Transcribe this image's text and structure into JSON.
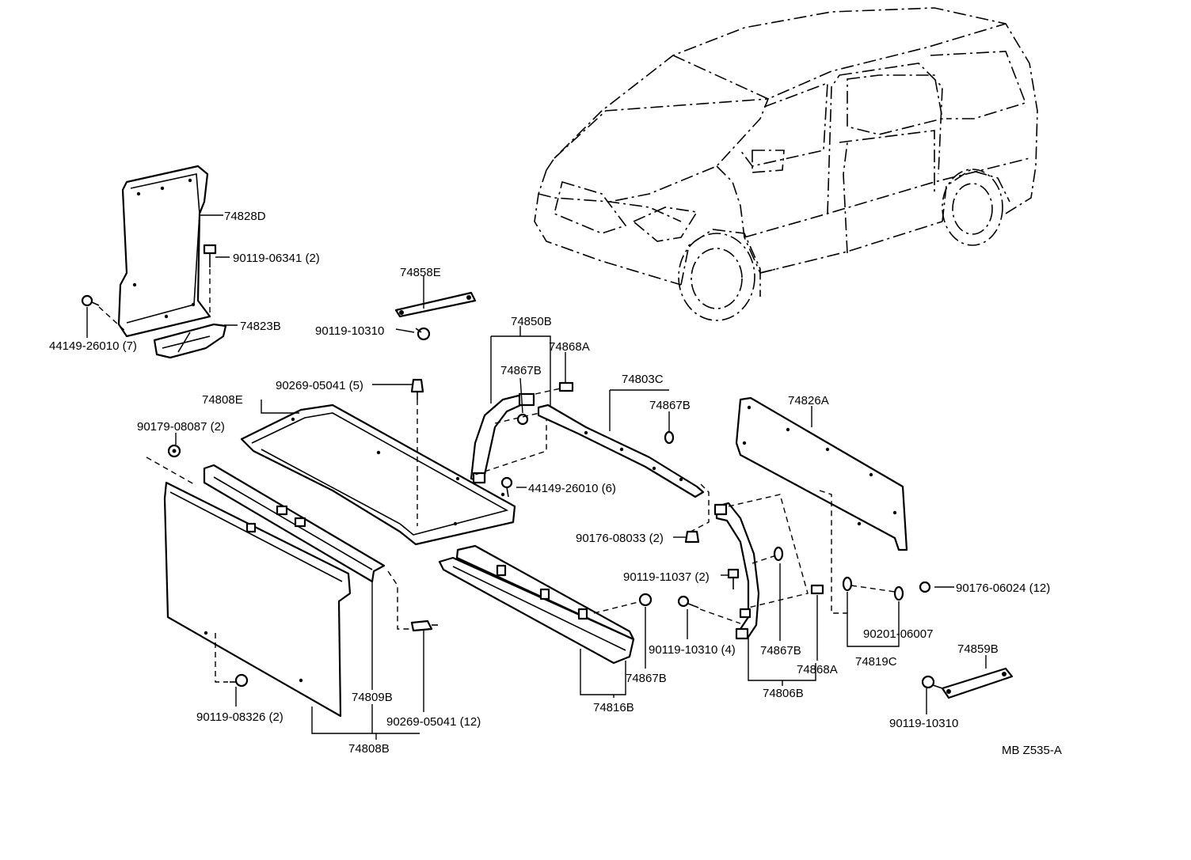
{
  "diagram": {
    "code": "MB Z535-A",
    "labels": {
      "l74828D": "74828D",
      "l90119_06341": "90119-06341 (2)",
      "l74858E": "74858E",
      "l44149_26010_7": "44149-26010 (7)",
      "l74823B": "74823B",
      "l90119_10310_a": "90119-10310",
      "l74850B": "74850B",
      "l74868A_a": "74868A",
      "l74867B_a": "74867B",
      "l74803C": "74803C",
      "l74867B_b": "74867B",
      "l74826A": "74826A",
      "l90269_05041_5": "90269-05041 (5)",
      "l74808E": "74808E",
      "l90179_08087": "90179-08087 (2)",
      "l44149_26010_6": "44149-26010 (6)",
      "l90176_08033": "90176-08033 (2)",
      "l90119_11037": "90119-11037 (2)",
      "l90176_06024": "90176-06024 (12)",
      "l90201_06007": "90201-06007",
      "l90119_10310_4": "90119-10310 (4)",
      "l74867B_c": "74867B",
      "l74868A_b": "74868A",
      "l74819C": "74819C",
      "l74859B": "74859B",
      "l74806B": "74806B",
      "l74867B_d": "74867B",
      "l74816B": "74816B",
      "l74809B": "74809B",
      "l90269_05041_12": "90269-05041 (12)",
      "l90119_08326": "90119-08326 (2)",
      "l74808B": "74808B",
      "l90119_10310_b": "90119-10310"
    }
  }
}
